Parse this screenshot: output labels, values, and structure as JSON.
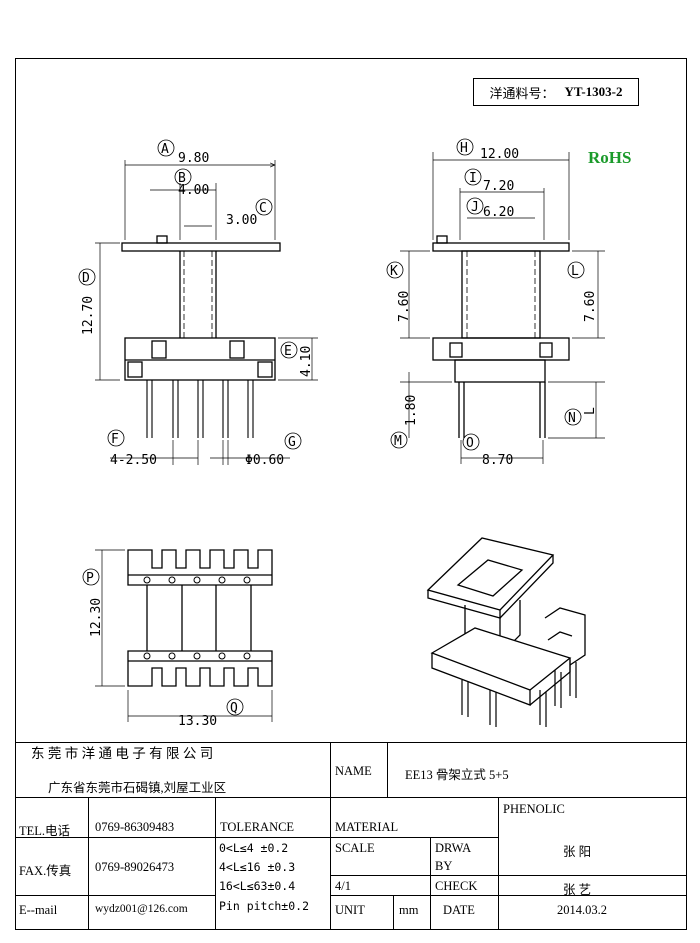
{
  "part_number": {
    "label": "洋通料号：",
    "value": "YT-1303-2"
  },
  "rohs": "RoHS",
  "dimensions": {
    "A": "A",
    "B": "B",
    "C": "C",
    "D": "D",
    "E": "E",
    "F": "F",
    "G": "G",
    "H": "H",
    "I": "I",
    "J": "J",
    "K": "K",
    "L": "L",
    "M": "M",
    "N": "N",
    "O": "O",
    "P": "P",
    "Q": "Q",
    "a_val": "9.80",
    "b_val": "4.00",
    "c_val": "3.00",
    "d_val": "12.70",
    "e_val": "4.10",
    "f_val": "4-2.50",
    "g_val": "Φ0.60",
    "h_val": "12.00",
    "i_val": "7.20",
    "j_val": "6.20",
    "k_val": "7.60",
    "l_val": "7.60",
    "l_letter": "L",
    "m_val": "1.80",
    "o_val": "8.70",
    "p_val": "12.30",
    "q_val": "13.30"
  },
  "title_block": {
    "company": "东 莞 市 洋 通 电 子 有 限 公 司",
    "address": "广东省东莞市石碣镇,刘屋工业区",
    "name_label": "NAME",
    "name_value": "EE13 骨架立式 5+5",
    "tel_label": "TEL.电话",
    "tel_value": "0769-86309483",
    "tolerance_label": "TOLERANCE",
    "material_label": "MATERIAL",
    "material_value": "PHENOLIC",
    "fax_label": "FAX.传真",
    "fax_value": "0769-89026473",
    "tol_1": "0<L≤4  ±0.2",
    "tol_2": "4<L≤16 ±0.3",
    "tol_3": "16<L≤63±0.4",
    "tol_4": "Pin pitch±0.2",
    "scale_label": "SCALE",
    "scale_value": "4/1",
    "drawn_label": "DRWA",
    "drawn_label2": "BY",
    "drawn_value": "张 阳",
    "check_label": "CHECK",
    "check_value": "张 艺",
    "email_label": "E--mail",
    "email_value": "wydz001@126.com",
    "unit_label": "UNIT",
    "unit_value": "mm",
    "date_label": "DATE",
    "date_value": "2014.03.2"
  }
}
